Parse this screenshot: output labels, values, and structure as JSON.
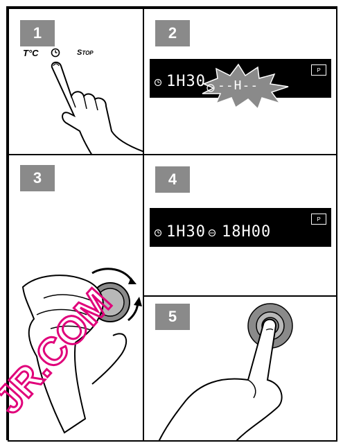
{
  "steps": [
    {
      "number": "1"
    },
    {
      "number": "2"
    },
    {
      "number": "3"
    },
    {
      "number": "4"
    },
    {
      "number": "5"
    }
  ],
  "step1": {
    "temp_label": "T°C",
    "stop_label": "Stop"
  },
  "step2": {
    "program_badge": "P",
    "duration": "1H30",
    "end_time": "--H--"
  },
  "step4": {
    "program_badge": "P",
    "duration": "1H30",
    "end_time": "18H00"
  },
  "watermark": {
    "text": "JR.COM",
    "color": "#e0007a"
  }
}
